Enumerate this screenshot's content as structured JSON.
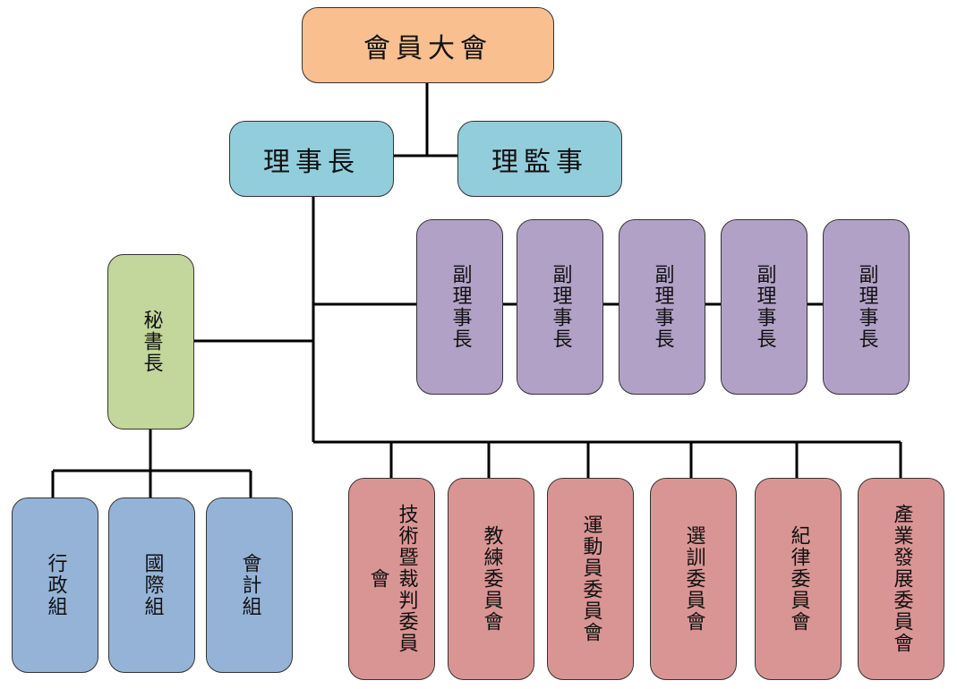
{
  "colors": {
    "assembly": "#f9bf8f",
    "chair_supervisor": "#92cddc",
    "vice": "#b2a1c7",
    "secretary": "#c3d69b",
    "groups": "#95b3d7",
    "committees": "#d99594",
    "lines": "#000000"
  },
  "nodes": {
    "assembly": "會員大會",
    "chairman": "理事長",
    "supervisors": "理監事",
    "vice_chairs": [
      "副理事長",
      "副理事長",
      "副理事長",
      "副理事長",
      "副理事長"
    ],
    "secretary": "秘書長",
    "groups": [
      "行政組",
      "國際組",
      "會計組"
    ],
    "committees": [
      "技術暨裁判委員會",
      "教練委員會",
      "運動員委員會",
      "選訓委員會",
      "紀律委員會",
      "產業發展委員會"
    ]
  }
}
